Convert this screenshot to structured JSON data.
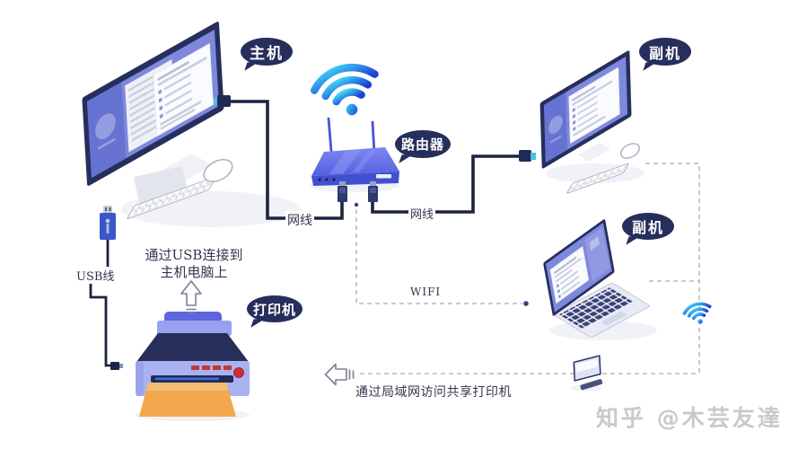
{
  "bubbles": {
    "host": "主机",
    "router": "路由器",
    "secondary_monitor": "副机",
    "secondary_laptop": "副机",
    "printer": "打印机"
  },
  "cable_labels": {
    "lan_left": "网线",
    "lan_right": "网线",
    "usb": "USB线",
    "wifi": "WIFI"
  },
  "notes": {
    "usb_line1": "通过USB连接到",
    "usb_line2": "主机电脑上",
    "lan": "通过局域网访问共享打印机"
  },
  "watermark": "知乎 @木芸友達",
  "icons": {
    "wifi": "concentric-arcs",
    "arrow_up": "hollow-up-arrow",
    "arrow_left": "hollow-left-arrow"
  },
  "colors": {
    "navy": "#262e5c",
    "screen": "#7e89dd",
    "sidebar": "#6673d2",
    "routerTop1": "#7d86f2",
    "routerTop2": "#5560e0",
    "routerFront": "#4250cf",
    "wifi1": "#41d6f8",
    "wifi2": "#1b41d4",
    "cable": "#1c2342",
    "dashed": "#b4b7c6",
    "printerBody": "#a9b2f0",
    "printerDark": "#272e5a",
    "printerTop": "#5d66dd",
    "printerBand": "#98a1ee",
    "paper": "#f3a84f",
    "paperLight": "#f6bd72",
    "red": "#cf2b38",
    "text": "#32374c",
    "watermark": "#c9c9cd"
  }
}
